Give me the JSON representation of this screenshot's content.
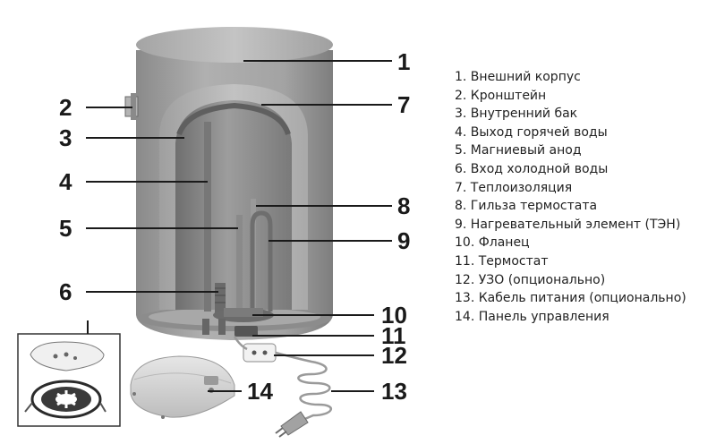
{
  "callout_numbers": [
    "1",
    "2",
    "3",
    "4",
    "5",
    "6",
    "7",
    "8",
    "9",
    "10",
    "11",
    "12",
    "13",
    "14"
  ],
  "legend": [
    "1. Внешний корпус",
    "2. Кронштейн",
    "3. Внутренний бак",
    "4. Выход горячей воды",
    "5. Магниевый анод",
    "6. Вход холодной воды",
    "7. Теплоизоляция",
    "8. Гильза термостата",
    "9. Нагревательный элемент (ТЭН)",
    "10. Фланец",
    "11. Термостат",
    "12. УЗО (опционально)",
    "13. Кабель питания (опционально)",
    "14. Панель управления"
  ],
  "colors": {
    "body": "#9a9a9a",
    "insulation": "#b5b5b5",
    "inner_tank": "#8a8a8a",
    "text": "#1a1a1a"
  }
}
